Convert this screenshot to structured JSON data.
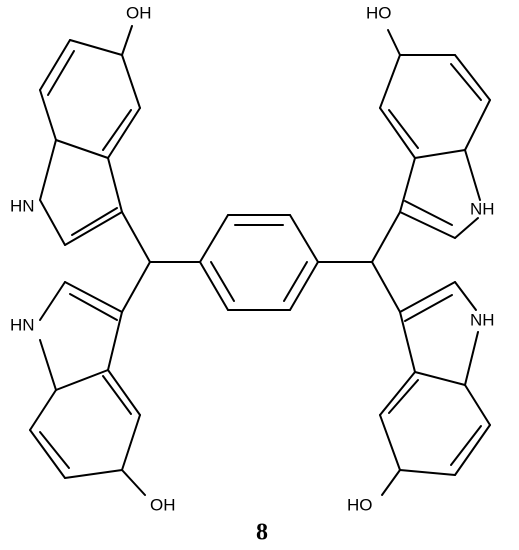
{
  "diagram": {
    "compound_number": "8",
    "atom_labels": {
      "oh_top_left": "OH",
      "ho_top_right": "HO",
      "nh_upper_left": "HN",
      "nh_upper_right": "NH",
      "nh_lower_left": "HN",
      "nh_lower_right": "NH",
      "oh_bottom_left": "OH",
      "ho_bottom_right": "HO"
    },
    "colors": {
      "ink": "#000000",
      "background": "#ffffff"
    }
  }
}
